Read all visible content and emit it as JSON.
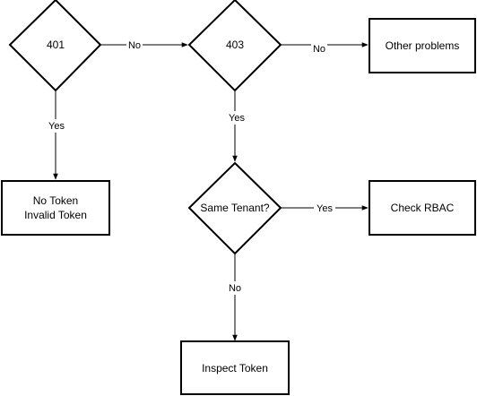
{
  "diagram": {
    "nodes": {
      "d401": {
        "label": "401"
      },
      "d403": {
        "label": "403"
      },
      "other": {
        "label": "Other problems"
      },
      "no_token": {
        "line1": "No Token",
        "line2": "Invalid Token"
      },
      "same_tenant": {
        "label": "Same Tenant?"
      },
      "check_rbac": {
        "label": "Check RBAC"
      },
      "inspect": {
        "label": "Inspect Token"
      }
    },
    "edges": {
      "e401_403": {
        "label": "No"
      },
      "e403_other": {
        "label": "No"
      },
      "e401_notoken": {
        "label": "Yes"
      },
      "e403_tenant": {
        "label": "Yes"
      },
      "etenant_rbac": {
        "label": "Yes"
      },
      "etenant_inspect": {
        "label": "No"
      }
    }
  }
}
